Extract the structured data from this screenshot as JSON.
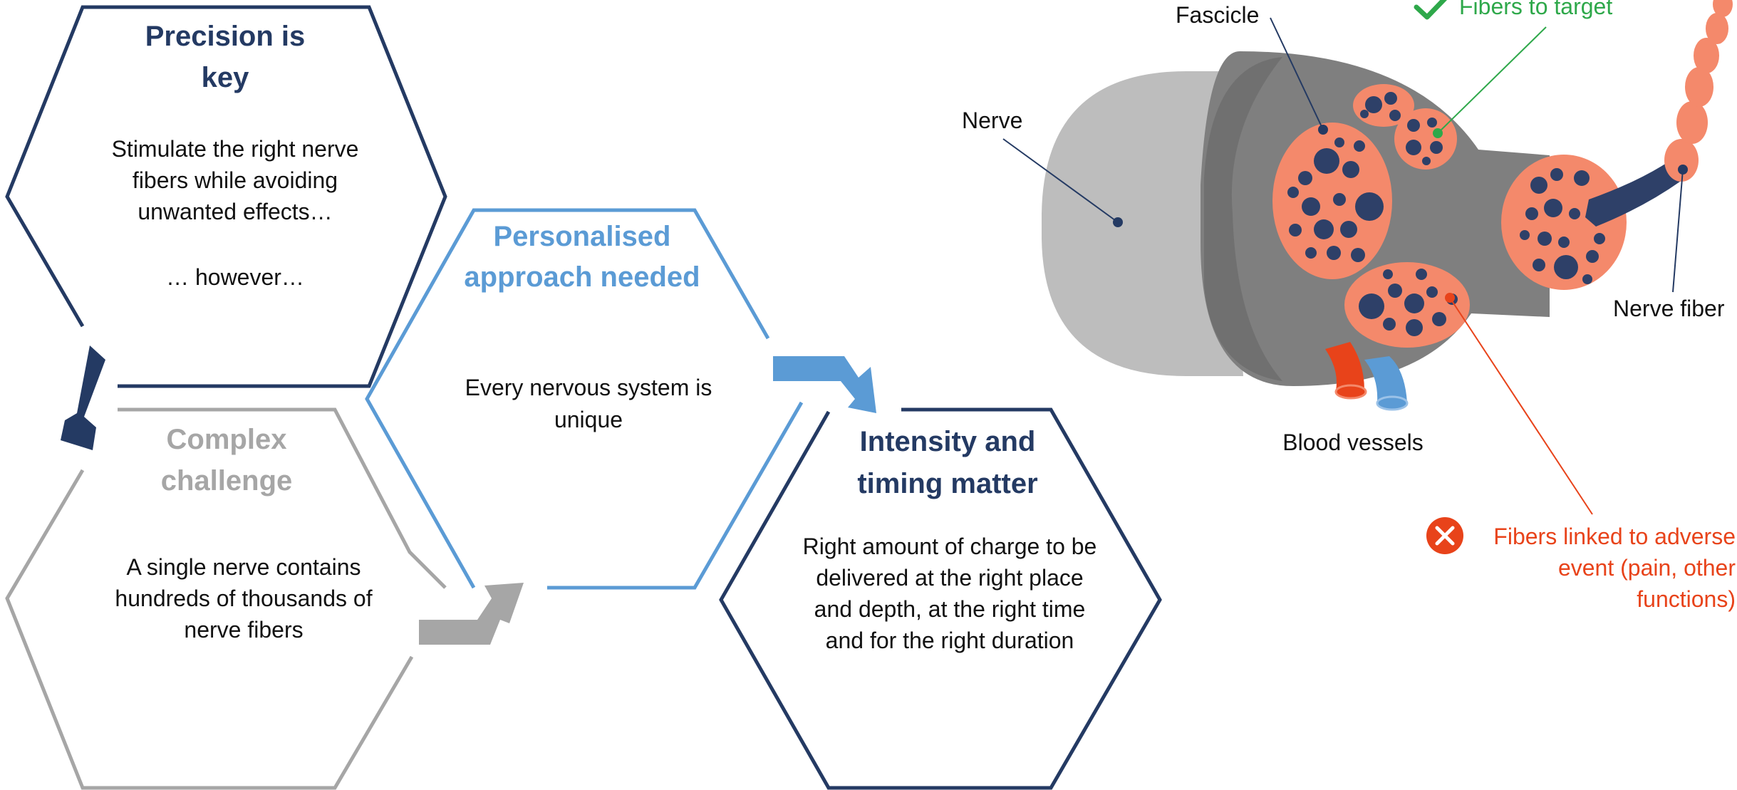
{
  "colors": {
    "dark_navy": "#243a63",
    "light_blue": "#5b9bd5",
    "grey": "#a6a6a6",
    "nerve_outer": "#bdbdbd",
    "nerve_inner": "#7f7f7f",
    "fascicle": "#f4896b",
    "fiber": "#2e4068",
    "good": "#2ea84a",
    "bad": "#e8431a"
  },
  "hexagons": {
    "precision": {
      "title_line1": "Precision is",
      "title_line2": "key",
      "body": [
        "Stimulate the right nerve",
        "fibers while avoiding",
        "unwanted effects…",
        "",
        "… however…"
      ]
    },
    "complex": {
      "title_line1": "Complex",
      "title_line2": "challenge",
      "body": [
        "A single nerve contains",
        "hundreds of thousands of",
        "nerve fibers"
      ]
    },
    "personalised": {
      "title_line1": "Personalised",
      "title_line2": "approach needed",
      "body": [
        "Every nervous system is",
        "unique"
      ]
    },
    "intensity": {
      "title_line1": "Intensity and",
      "title_line2": "timing matter",
      "body": [
        "Right amount of charge to be",
        "delivered at the right place",
        "and depth, at the right time",
        "and for the right duration"
      ]
    }
  },
  "nerve_labels": {
    "fascicle": "Fascicle",
    "nerve": "Nerve",
    "nerve_fiber": "Nerve fiber",
    "blood_vessels": "Blood vessels",
    "target": "Fibers to target",
    "adverse": [
      "Fibers linked to adverse",
      "event (pain, other",
      "functions)"
    ]
  },
  "icons": {
    "check": "check-icon",
    "cross": "cross-circle-icon"
  }
}
